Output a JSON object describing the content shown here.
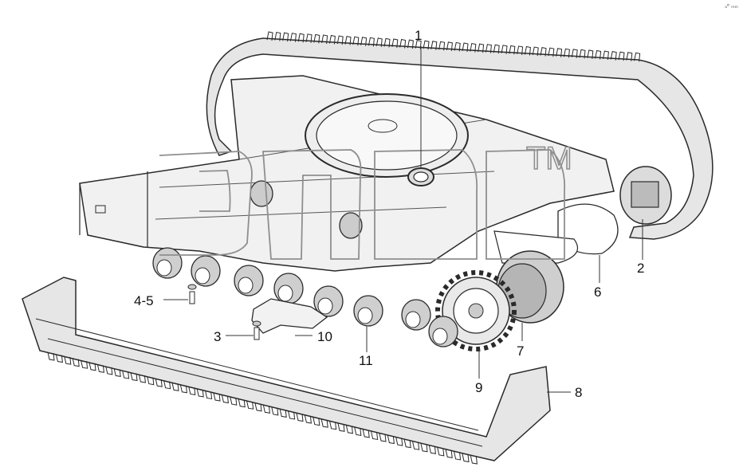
{
  "diagram": {
    "callouts": [
      "1",
      "2",
      "3",
      "4-5",
      "6",
      "7",
      "8",
      "9",
      "10",
      "11"
    ],
    "watermark_tm": "TM",
    "corner_mark": "ₐᴮ ₘₘ"
  },
  "colors": {
    "line": "#2a2a2a",
    "frame_fill": "#f1f1f1",
    "track_fill": "#e6e6e6",
    "watermark_stroke": "#8f8f8f"
  }
}
